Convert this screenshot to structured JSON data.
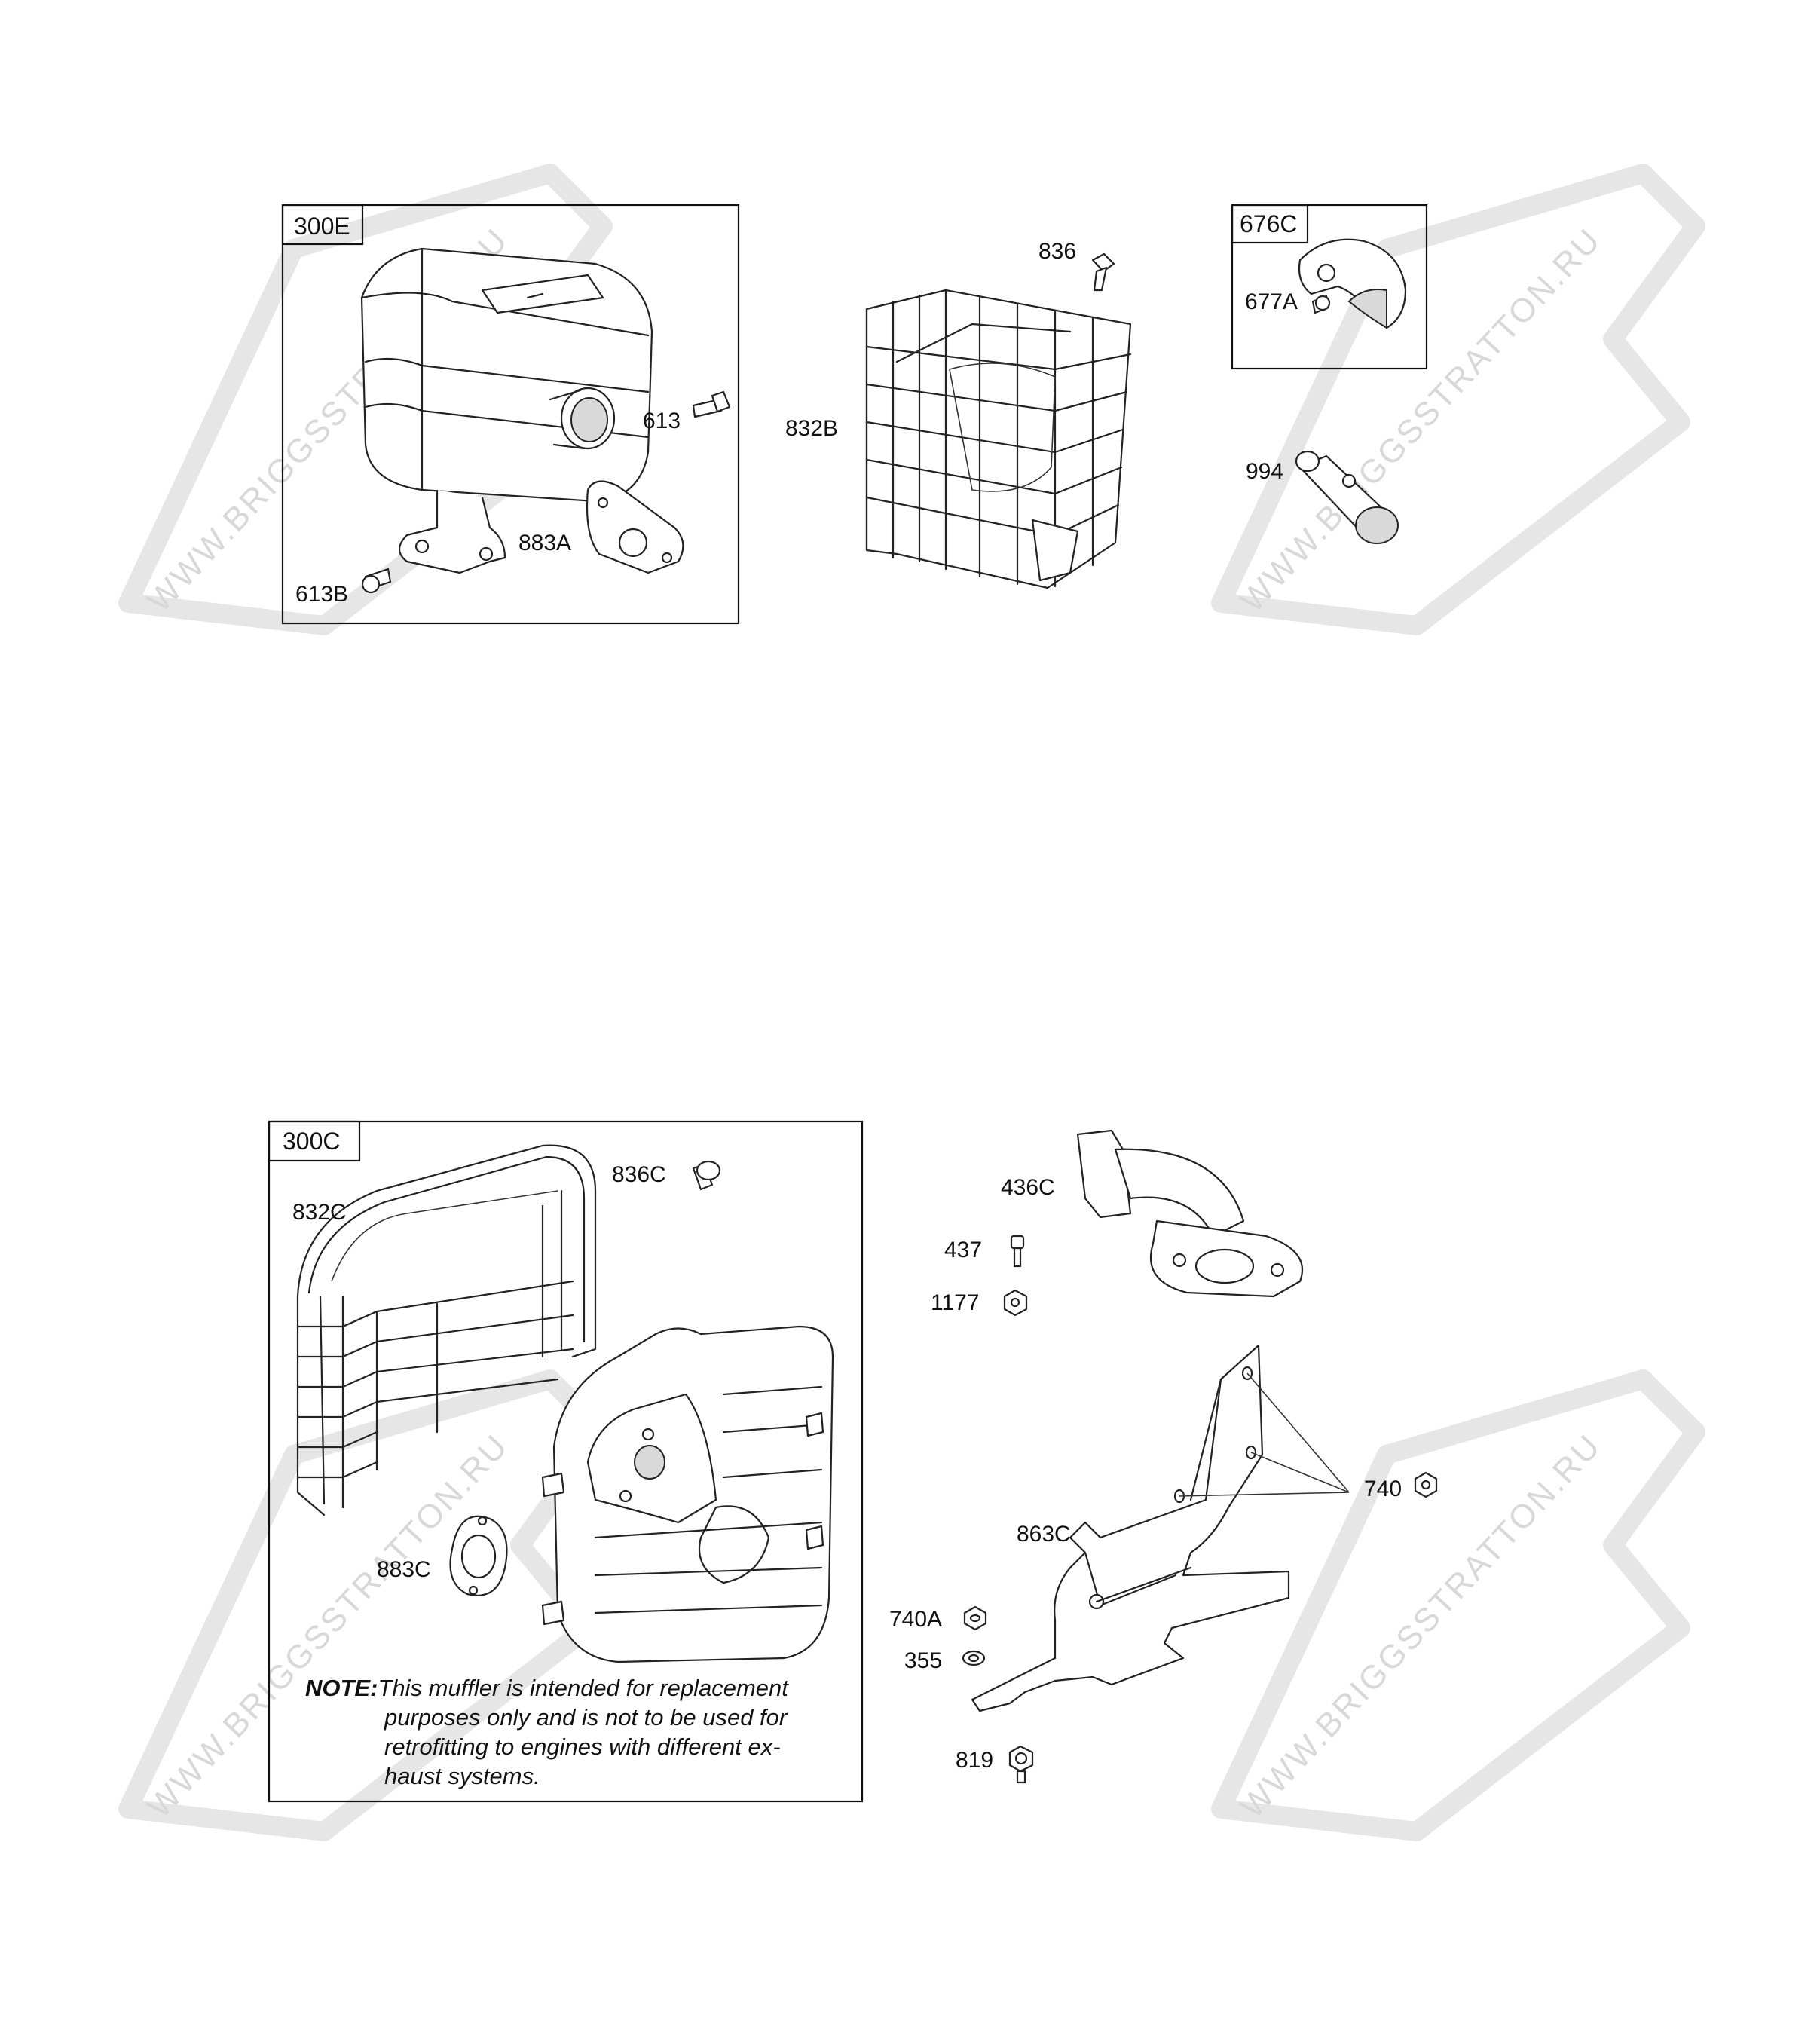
{
  "watermark": "WWW.BRIGGSSTRATTON.RU",
  "kits": [
    {
      "tag": "300E"
    },
    {
      "tag": "676C"
    },
    {
      "tag": "300C"
    }
  ],
  "labels": {
    "p613": "613",
    "p883a": "883A",
    "p613b": "613B",
    "p836": "836",
    "p832b": "832B",
    "p677a": "677A",
    "p994": "994",
    "p832c": "832C",
    "p836c": "836C",
    "p883c": "883C",
    "p436c": "436C",
    "p437": "437",
    "p1177": "1177",
    "p740": "740",
    "p863c": "863C",
    "p740a": "740A",
    "p355": "355",
    "p819": "819"
  },
  "note": {
    "heading": "NOTE:",
    "lines": [
      "This muffler is intended for replacement",
      "purposes only and is not to be used for",
      "retrofitting to engines with different ex-",
      "haust systems."
    ]
  }
}
